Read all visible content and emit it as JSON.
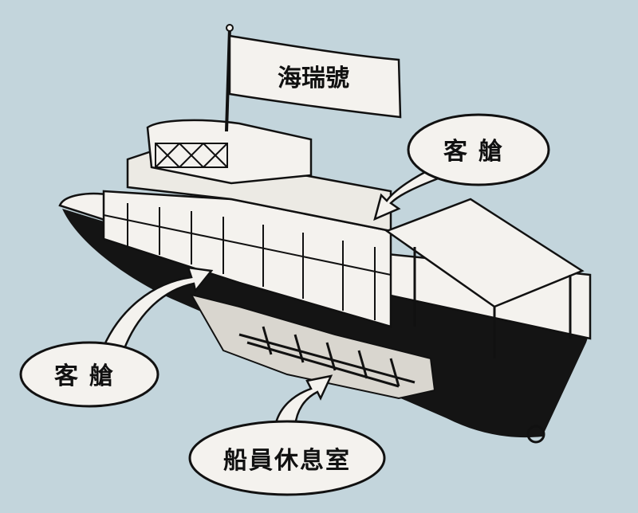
{
  "flag": {
    "text": "海瑞號"
  },
  "callouts": [
    {
      "id": "upper-cabin",
      "text": "客艙"
    },
    {
      "id": "lower-cabin",
      "text": "客艙"
    },
    {
      "id": "crew-rest",
      "text": "船員休息室"
    }
  ],
  "colors": {
    "background": "#c3d5dc",
    "hull": "#141414",
    "outline": "#111111",
    "paper": "#f4f2ee"
  }
}
